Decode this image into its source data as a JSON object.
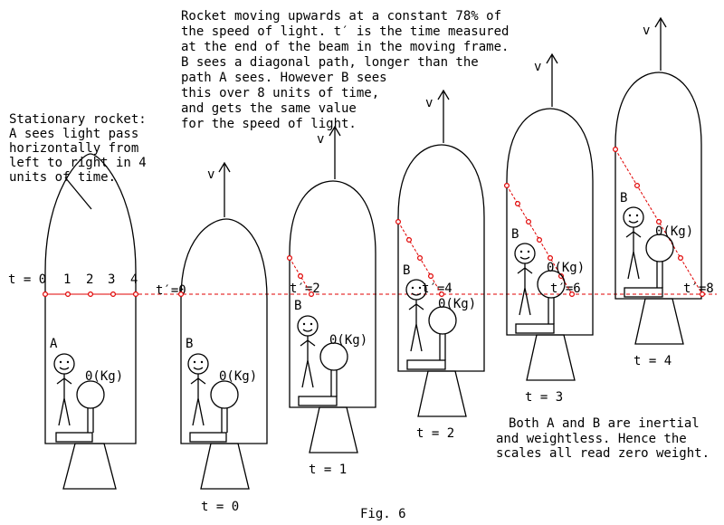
{
  "figure_caption": "Fig. 6",
  "top_note": [
    "Rocket moving upwards at a constant 78% of",
    "the speed of light. t′ is the time measured",
    "at the end of the beam in the moving frame.",
    "B sees a diagonal path, longer than the",
    "path A sees. However B sees",
    "this over 8 units of time,",
    "and gets the same value",
    "for the speed of light."
  ],
  "left_note": [
    "Stationary rocket:",
    "A sees light pass",
    "horizontally from",
    "left to right in 4",
    "units of time."
  ],
  "bottom_note": [
    "Both A and B are inertial",
    "and weightless. Hence the",
    "scales all read zero weight."
  ],
  "stationary_ticks": [
    "t = 0",
    "1",
    "2",
    "3",
    "4"
  ],
  "observer_a": "A",
  "observer_b": "B",
  "scale_label": "0(Kg)",
  "velocity_label": "v",
  "moving_frames": [
    {
      "t_prime": "t′=0",
      "t": "t = 0"
    },
    {
      "t_prime": "t′=2",
      "t": "t = 1"
    },
    {
      "t_prime": "t′=4",
      "t": "t = 2"
    },
    {
      "t_prime": "t′=6",
      "t": "t = 3"
    },
    {
      "t_prime": "t′=8",
      "t": "t = 4"
    }
  ],
  "colors": {
    "light_beam": "#e00000",
    "line": "#000000"
  }
}
